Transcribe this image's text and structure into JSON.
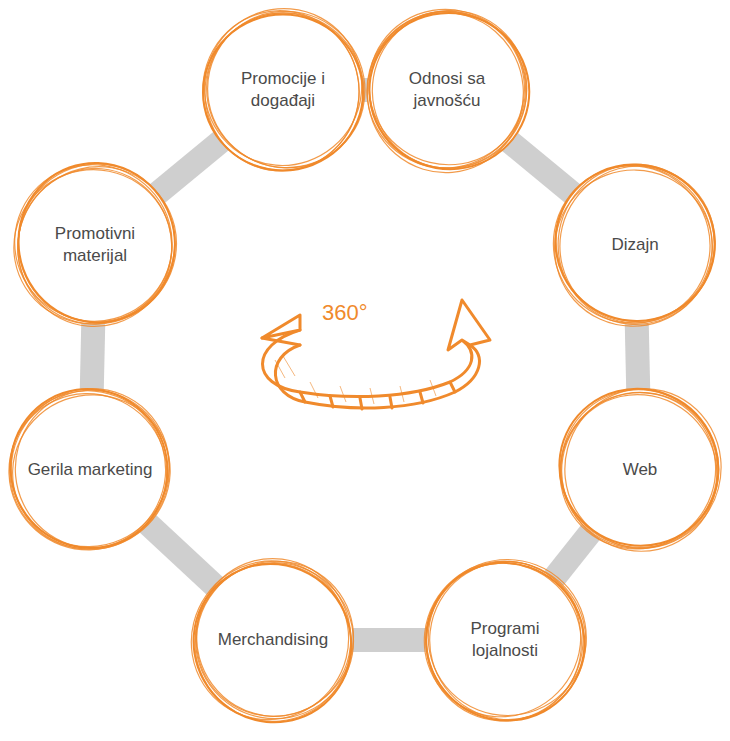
{
  "diagram": {
    "nodes": [
      {
        "text": [
          "Promocije i događaji"
        ]
      },
      {
        "text": [
          "Odnosi sa javnošću"
        ]
      },
      {
        "text": [
          "Dizajn"
        ]
      },
      {
        "text": [
          "Web"
        ]
      },
      {
        "text": [
          "Programi lojalnosti"
        ]
      },
      {
        "text": [
          "Merchandising"
        ]
      },
      {
        "text": [
          "Gerila marketing"
        ]
      },
      {
        "text": [
          "Promotivni materijal"
        ]
      }
    ],
    "edges": [
      {
        "from": 0,
        "to": 1,
        "arrow": "none"
      },
      {
        "from": 1,
        "to": 2,
        "arrow": "none"
      },
      {
        "from": 2,
        "to": 3,
        "arrow": "none"
      },
      {
        "from": 3,
        "to": 4,
        "arrow": "none"
      },
      {
        "from": 4,
        "to": 5,
        "arrow": "none"
      },
      {
        "from": 5,
        "to": 6,
        "arrow": "none"
      },
      {
        "from": 6,
        "to": 7,
        "arrow": "none"
      },
      {
        "from": 7,
        "to": 0,
        "arrow": "none"
      }
    ],
    "labels": [
      "360°"
    ]
  }
}
